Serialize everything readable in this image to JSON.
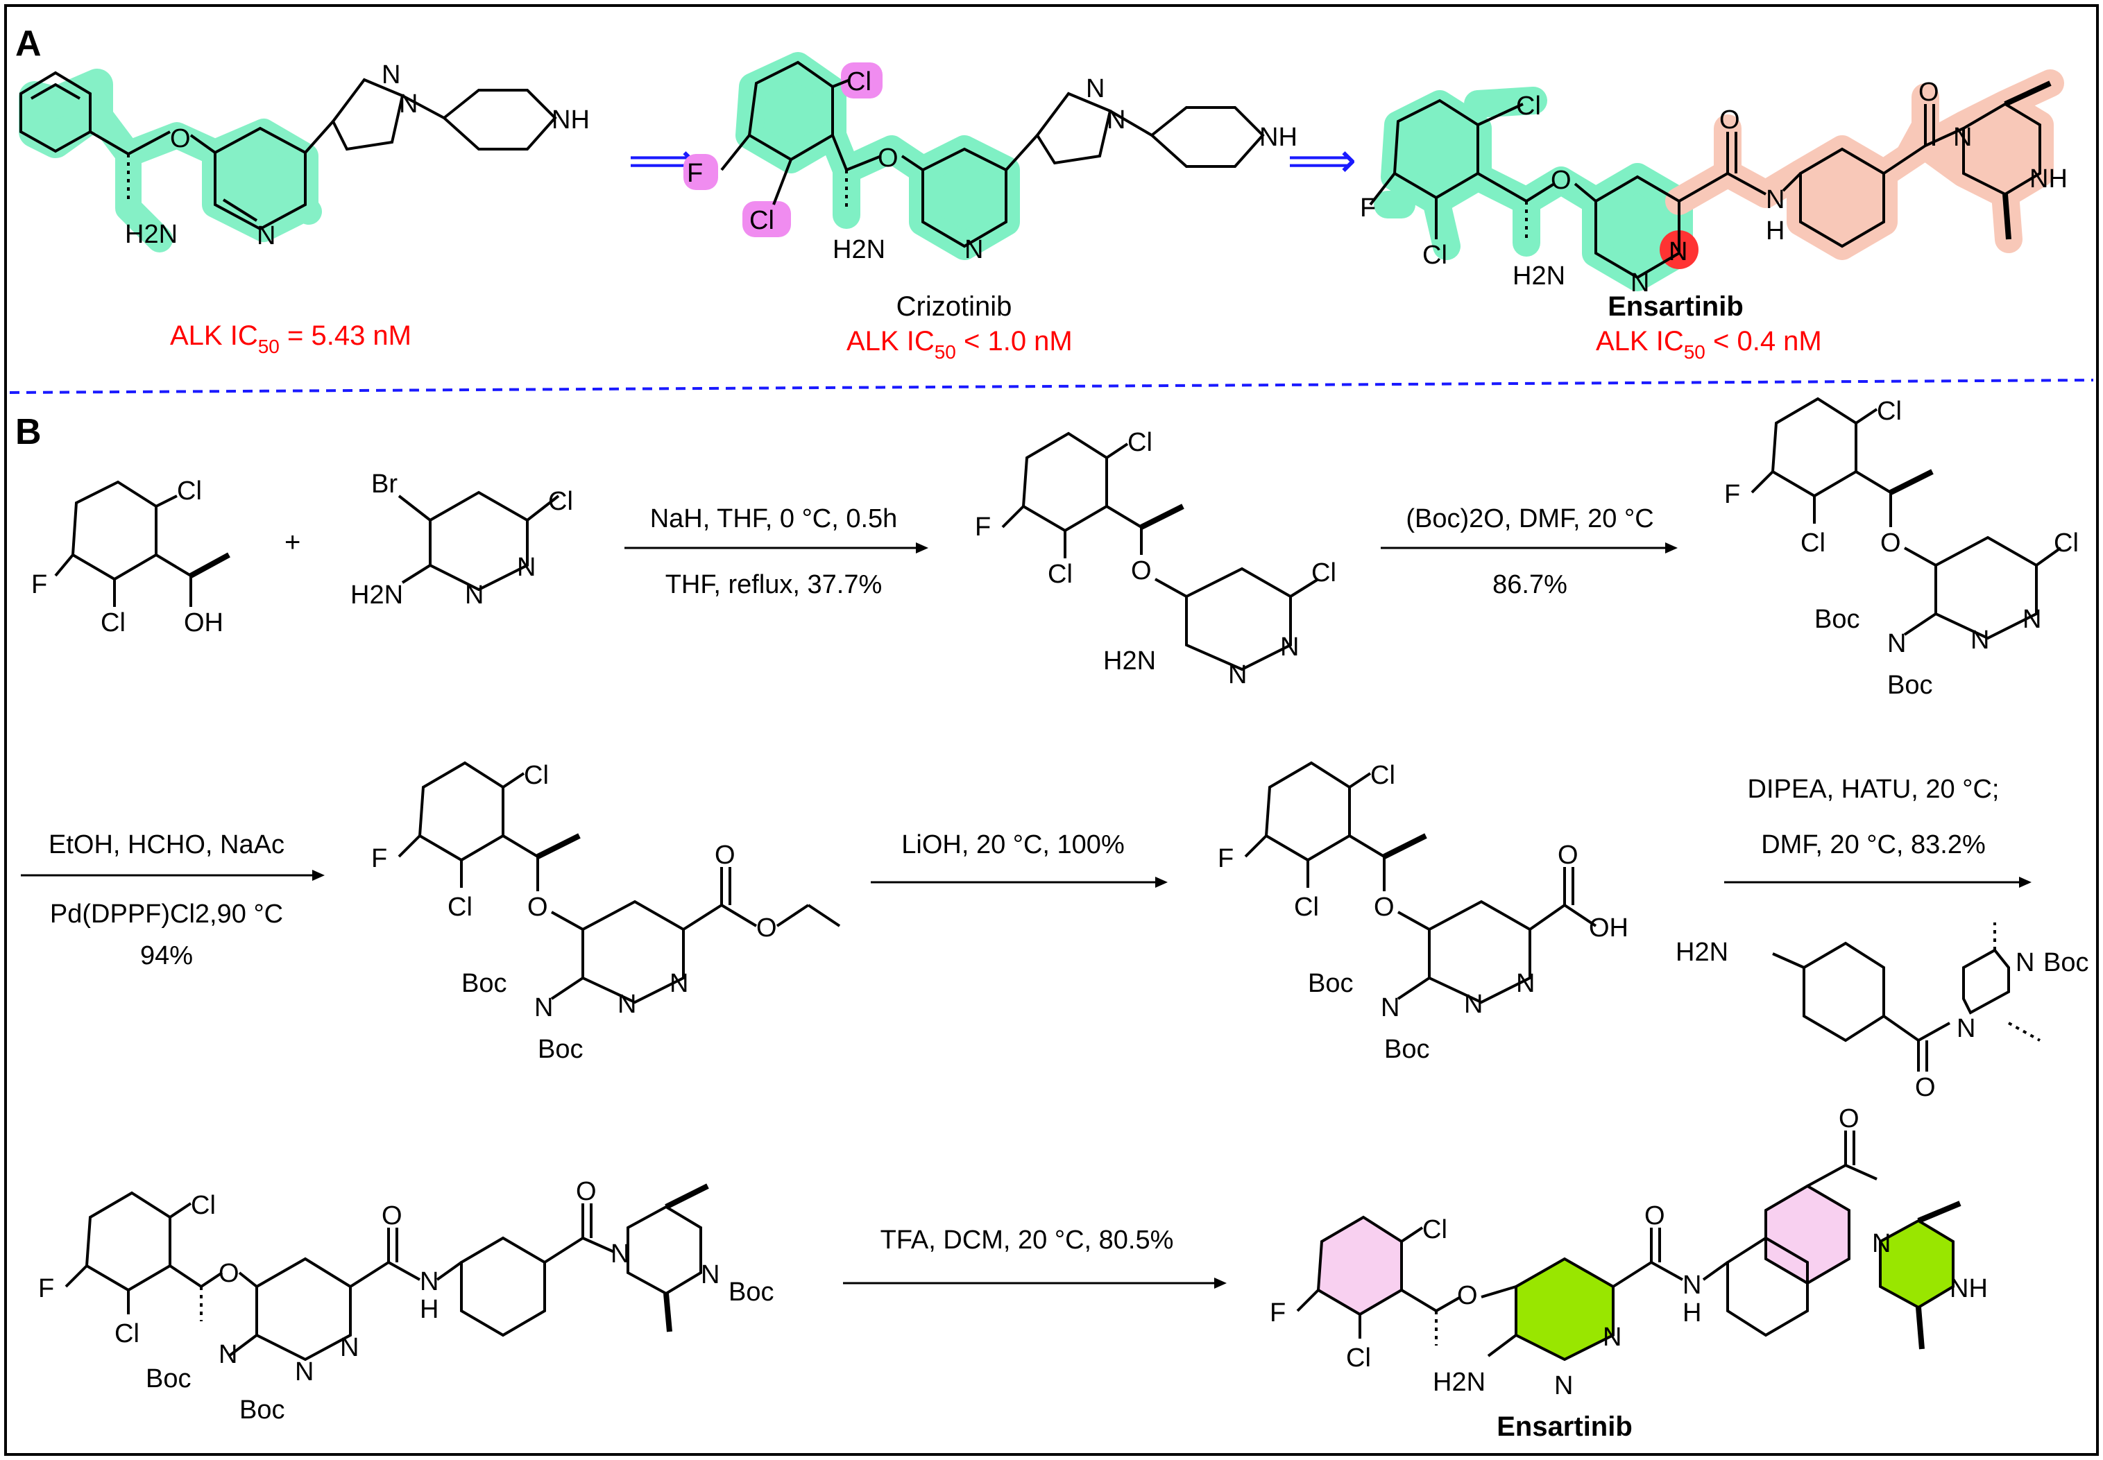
{
  "panel_a": {
    "label": "A",
    "lead_ic50": {
      "prefix": "ALK IC",
      "sub": "50",
      "suffix": " = 5.43 nM"
    },
    "crizotinib": {
      "name": "Crizotinib",
      "ic50_prefix": "ALK IC",
      "ic50_sub": "50",
      "ic50_suffix": " < 1.0 nM"
    },
    "ensartinib": {
      "name": "Ensartinib",
      "ic50_prefix": "ALK IC",
      "ic50_sub": "50",
      "ic50_suffix": " < 0.4 nM"
    },
    "arrow_symbol": "⟹"
  },
  "panel_b": {
    "label": "B",
    "plus": "+",
    "step1": {
      "line1": "NaH, THF, 0 °C, 0.5h",
      "line2": "THF, reflux, 37.7%"
    },
    "step2": {
      "line1": "(Boc)2O, DMF, 20 °C",
      "line2": "86.7%"
    },
    "step3": {
      "line1": "EtOH, HCHO, NaAc",
      "line2": "Pd(DPPF)Cl2,90 °C",
      "line3": "94%"
    },
    "step4": {
      "line1": "LiOH, 20 °C, 100%"
    },
    "step5": {
      "line1": "DIPEA, HATU, 20 °C;",
      "line2": "DMF, 20 °C, 83.2%"
    },
    "step6": {
      "line1": "TFA, DCM, 20 °C, 80.5%"
    },
    "final_name": "Ensartinib"
  },
  "atoms": {
    "Cl": "Cl",
    "F": "F",
    "O": "O",
    "N": "N",
    "NH": "NH",
    "H": "H",
    "H2N": "H2N",
    "OH": "OH",
    "Br": "Br",
    "Boc": "Boc"
  },
  "colors": {
    "highlight_green": "#7ff0c4",
    "highlight_pink": "#f08cf0",
    "highlight_salmon": "#f8c8b8",
    "highlight_red": "#ff3333",
    "final_pink": "#f8d0f0",
    "final_lime": "#99e600",
    "arrow_blue": "#1a1aff",
    "ic50_red": "#ff0000"
  }
}
